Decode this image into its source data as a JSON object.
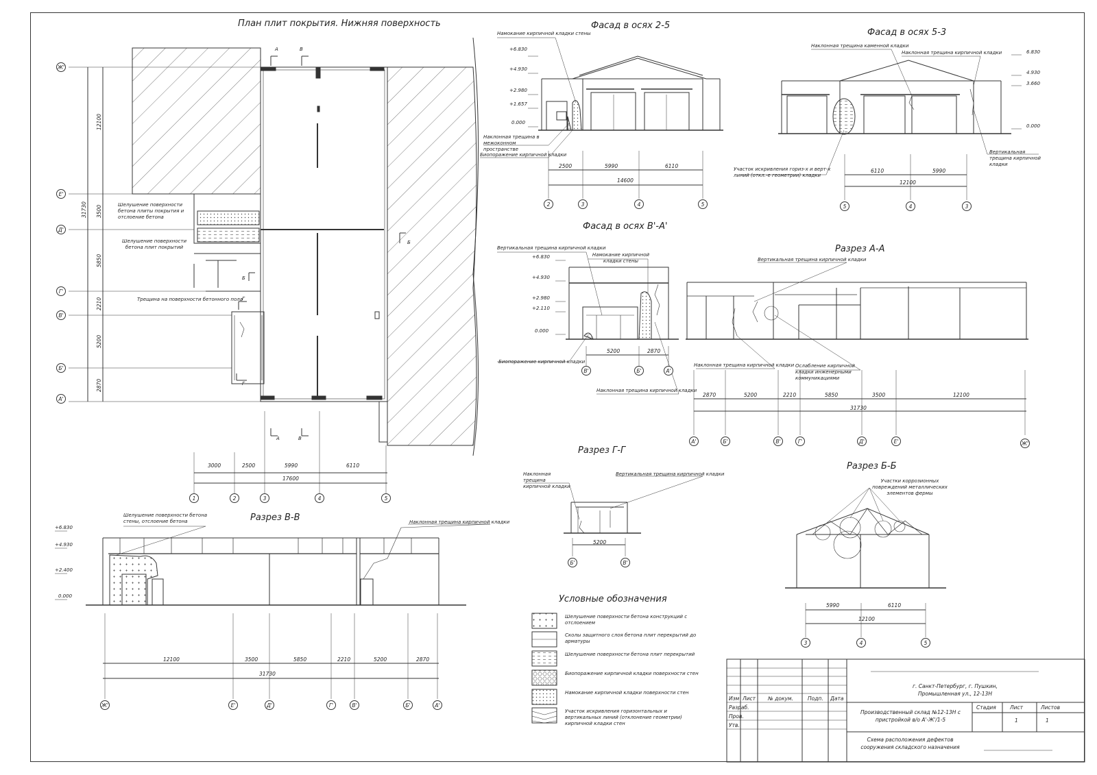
{
  "titles": {
    "plan": "План плит покрытия. Нижняя поверхность",
    "f25": "Фасад в осях 2-5",
    "f53": "Фасад в осях 5-3",
    "fva": "Фасад в осях В'-А'",
    "aa": "Разрез А-А",
    "gg": "Разрез Г-Г",
    "bb": "Разрез Б-Б",
    "vv": "Разрез В-В",
    "legend": "Условные обозначения"
  },
  "axes_plan_rows": [
    "Ж'",
    "Е'",
    "Д'",
    "Г'",
    "В'",
    "Б'",
    "А'"
  ],
  "axes_plan_cols": [
    "1",
    "2",
    "3",
    "4",
    "5"
  ],
  "plan_row_dims": [
    "12100",
    "3500",
    "5850",
    "2210",
    "5200",
    "2870"
  ],
  "plan_total_row": "31730",
  "plan_col_dims": [
    "3000",
    "2500",
    "5990",
    "6110"
  ],
  "plan_total_col": "17600",
  "plan_labels": {
    "peel1": "Шелушение поверхности бетона плиты покрытия и отслоение бетона",
    "peel2": "Шелушение поверхности бетона плит покрытий",
    "crack_floor": "Трещина на поверхности бетонного пола",
    "cut_a": "А",
    "cut_v": "В",
    "cut_b": "Б",
    "cut_g": "Г"
  },
  "f25": {
    "levels": [
      "+6.830",
      "+4.930",
      "+2.980",
      "+1.657",
      "0.000"
    ],
    "soak": "Намокание кирпичной кладки стены",
    "crack": "Наклонная трещина в межоконном пространстве",
    "bio": "Биопоражение кирпичной кладки",
    "dims": [
      "2500",
      "5990",
      "6110"
    ],
    "total": "14600",
    "axes": [
      "2",
      "3",
      "4",
      "5"
    ]
  },
  "f53": {
    "levels": [
      "6.830",
      "4.930",
      "3.660",
      "0.000"
    ],
    "crack_stone": "Наклонная трещина каменной кладки",
    "crack_brick": "Наклонная трещина кирпичной кладки",
    "vert": "Вертикальная трещина кирпичной кладки",
    "bend": "Участок искривления гориз-х и верт-х линий (откл.-е геометрии) кладки",
    "dims": [
      "6110",
      "5990"
    ],
    "total": "12100",
    "axes": [
      "5",
      "4",
      "3"
    ]
  },
  "fva": {
    "levels": [
      "+6.830",
      "+4.930",
      "+2.980",
      "+2.110",
      "0.000"
    ],
    "vert": "Вертикальная трещина кирпичной кладки",
    "soak": "Намокание кирпичной кладки стены",
    "bio": "Биопоражение кирпичной кладки",
    "incl": "Наклонная трещина кирпичной кладки",
    "dims": [
      "5200",
      "2870"
    ],
    "axes": [
      "В'",
      "Б'",
      "А'"
    ]
  },
  "aa": {
    "vert": "Вертикальная трещина кирпичной кладки",
    "incl": "Наклонная трещина кирпичной кладки",
    "weak": "Ослабление кирпичной кладки инженерными коммуникациями",
    "dims": [
      "2870",
      "5200",
      "2210",
      "5850",
      "3500",
      "12100"
    ],
    "total": "31730",
    "axes": [
      "А'",
      "Б'",
      "В'",
      "Г'",
      "Д'",
      "Е'",
      "Ж'"
    ]
  },
  "gg": {
    "incl": "Наклонная трещина кирпичной кладки",
    "vert": "Вертикальная трещина кирпичной кладки",
    "dim": "5200",
    "axes": [
      "Б'",
      "В'"
    ]
  },
  "bb": {
    "corr": "Участки коррозионных повреждений металлических элементов фермы",
    "dims": [
      "5990",
      "6110"
    ],
    "total": "12100",
    "axes": [
      "3",
      "4",
      "5"
    ]
  },
  "vv": {
    "levels": [
      "+6.830",
      "+4.930",
      "+2.400",
      "0.000"
    ],
    "peel": "Шелушение поверхности бетона стены, отслоение бетона",
    "incl": "Наклонная трещина кирпичной кладки",
    "dims": [
      "12100",
      "3500",
      "5850",
      "2210",
      "5200",
      "2870"
    ],
    "total": "31730",
    "axes": [
      "Ж'",
      "Е'",
      "Д'",
      "Г'",
      "В'",
      "Б'",
      "А'"
    ]
  },
  "legend": [
    "Шелушение поверхности бетона конструкций с отслоением",
    "Сколы защитного слоя бетона плит перекрытий до арматуры",
    "Шелушение поверхности бетона плит перекрытий",
    "Биопоражение кирпичной кладки поверхности стен",
    "Намокание кирпичной кладки поверхности стен",
    "Участок искривления горизонтальных и вертикальных линий (отклонение геометрии) кирпичной кладки стен"
  ],
  "stamp": {
    "headers": [
      "Изм",
      "Лист",
      "№ докум.",
      "Подп.",
      "Дата"
    ],
    "roles": [
      "Разраб.",
      "Пров.",
      "Утв."
    ],
    "address": "г. Санкт-Петербург, г. Пушкин, Промышленная ул., 12-13Н",
    "object": "Производственный склад №12-13Н с пристройкой в/о А'-Ж'/1-5",
    "sheet_title": "Схема расположения дефектов сооружения складского назначения",
    "col_stage": "Стадия",
    "col_sheet": "Лист",
    "col_sheets": "Листов",
    "sheet": "1",
    "sheets": "1"
  }
}
